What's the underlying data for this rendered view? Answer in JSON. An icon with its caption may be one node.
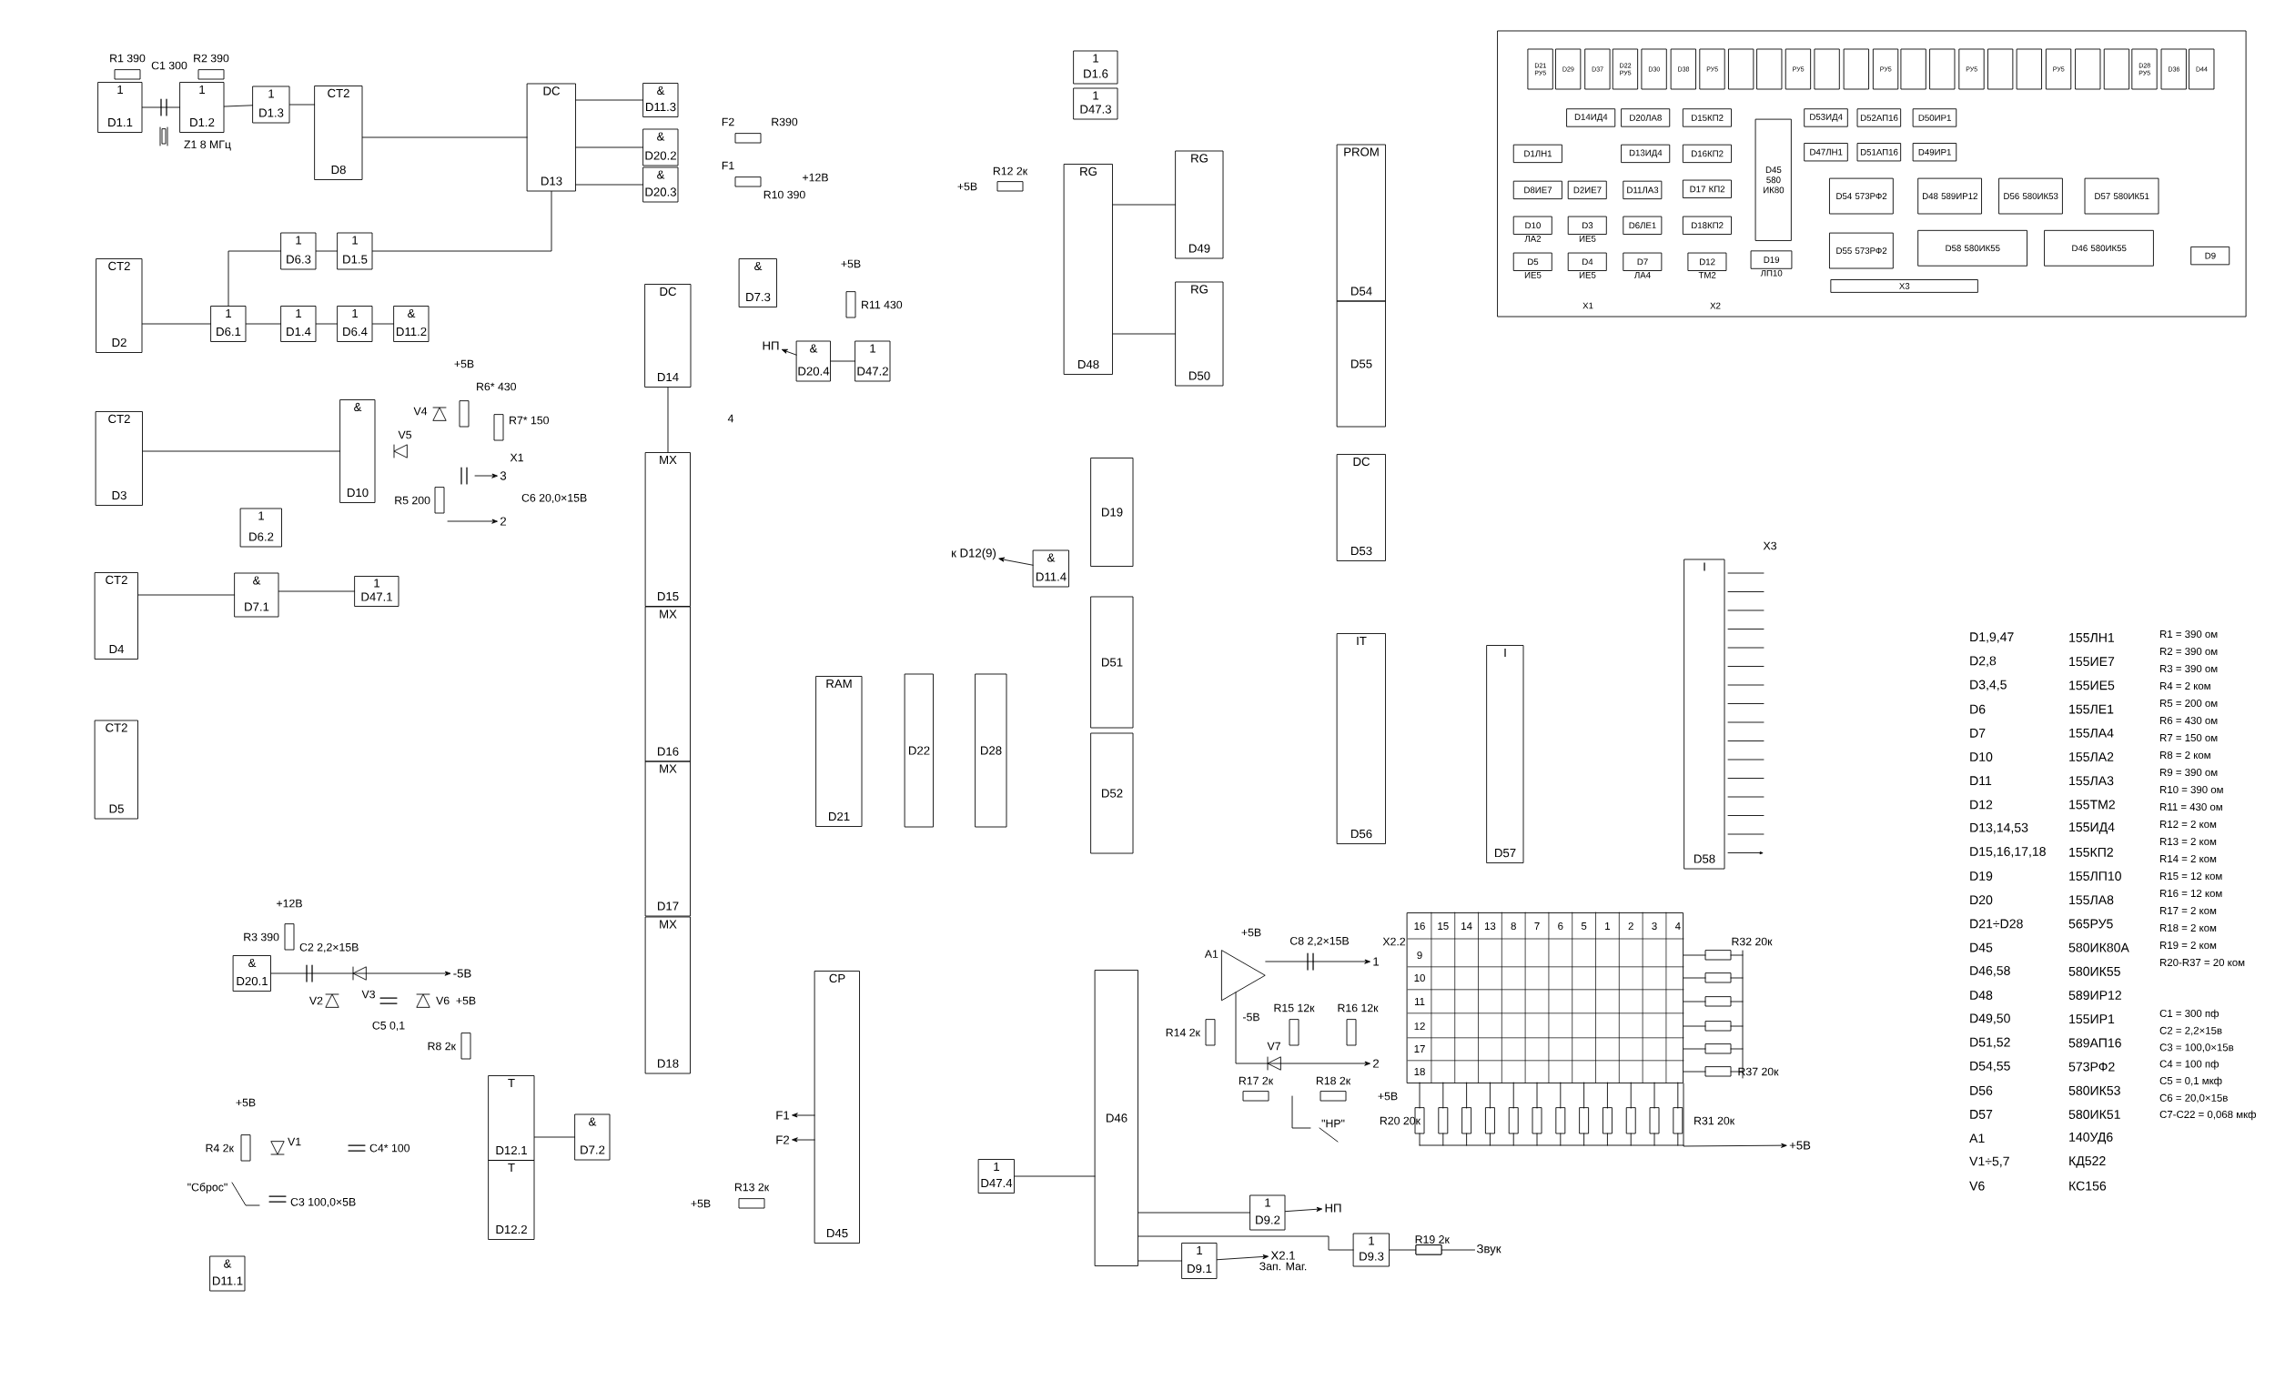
{
  "diagram": {
    "nodes": [
      {
        "text": [
          "1",
          "D1.1"
        ]
      },
      {
        "text": [
          "1",
          "D1.2"
        ]
      },
      {
        "text": [
          "1",
          "D1.3"
        ]
      },
      {
        "text": [
          "CT2",
          "D8"
        ]
      },
      {
        "text": [
          "DC",
          "D13"
        ]
      },
      {
        "text": [
          "&",
          "D11.3"
        ]
      },
      {
        "text": [
          "&",
          "D20.2"
        ]
      },
      {
        "text": [
          "&",
          "D20.3"
        ]
      },
      {
        "text": [
          "1",
          "D1.6"
        ]
      },
      {
        "text": [
          "1",
          "D47.3"
        ]
      },
      {
        "text": [
          "CT2",
          "D2"
        ]
      },
      {
        "text": [
          "1",
          "D6.3"
        ]
      },
      {
        "text": [
          "1",
          "D1.5"
        ]
      },
      {
        "text": [
          "1",
          "D6.1"
        ]
      },
      {
        "text": [
          "1",
          "D1.4"
        ]
      },
      {
        "text": [
          "1",
          "D6.4"
        ]
      },
      {
        "text": [
          "&",
          "D11.2"
        ]
      },
      {
        "text": [
          "CT2",
          "D3"
        ]
      },
      {
        "text": [
          "&",
          "D10"
        ]
      },
      {
        "text": [
          "1",
          "D6.2"
        ]
      },
      {
        "text": [
          "CT2",
          "D4"
        ]
      },
      {
        "text": [
          "&",
          "D7.1"
        ]
      },
      {
        "text": [
          "1",
          "D47.1"
        ]
      },
      {
        "text": [
          "CT2",
          "D5"
        ]
      },
      {
        "text": [
          "DC",
          "D14"
        ]
      },
      {
        "text": [
          "&",
          "D7.3"
        ]
      },
      {
        "text": [
          "&",
          "D20.4"
        ]
      },
      {
        "text": [
          "1",
          "D47.2"
        ]
      },
      {
        "text": [
          "MX",
          "D15"
        ]
      },
      {
        "text": [
          "MX",
          "D16"
        ]
      },
      {
        "text": [
          "MX",
          "D17"
        ]
      },
      {
        "text": [
          "MX",
          "D18"
        ]
      },
      {
        "text": [
          "RG",
          "D48"
        ]
      },
      {
        "text": [
          "RG",
          "D49"
        ]
      },
      {
        "text": [
          "RG",
          "D50"
        ]
      },
      {
        "text": [
          "PROM",
          "D54"
        ]
      },
      {
        "text": [
          "D55"
        ]
      },
      {
        "text": [
          "D19"
        ]
      },
      {
        "text": [
          "DC",
          "D53"
        ]
      },
      {
        "text": [
          "&",
          "D11.4"
        ]
      },
      {
        "text": [
          "D51"
        ]
      },
      {
        "text": [
          "D52"
        ]
      },
      {
        "text": [
          "RAM",
          "D21"
        ]
      },
      {
        "text": [
          "D22"
        ]
      },
      {
        "text": [
          "D28"
        ]
      },
      {
        "text": [
          "IT",
          "D56"
        ]
      },
      {
        "text": [
          "I",
          "D57"
        ]
      },
      {
        "text": [
          "I",
          "D58"
        ]
      },
      {
        "text": [
          "&",
          "D20.1"
        ]
      },
      {
        "text": [
          "T",
          "D12.1"
        ]
      },
      {
        "text": [
          "T",
          "D12.2"
        ]
      },
      {
        "text": [
          "&",
          "D7.2"
        ]
      },
      {
        "text": [
          "&",
          "D11.1"
        ]
      },
      {
        "text": [
          "CP",
          "D45"
        ]
      },
      {
        "text": [
          "1",
          "D47.4"
        ]
      },
      {
        "text": [
          "D46"
        ]
      },
      {
        "text": [
          "1",
          "D9.2"
        ]
      },
      {
        "text": [
          "1",
          "D9.1"
        ]
      },
      {
        "text": [
          "1",
          "D9.3"
        ]
      },
      {
        "text": [],
        "shape": "triangle",
        "beside": [
          "A1"
        ]
      },
      {
        "text": [],
        "shape": "grid"
      },
      {
        "text": [
          "F1"
        ]
      },
      {
        "text": [
          "F2"
        ]
      },
      {
        "text": [
          "НП"
        ]
      },
      {
        "text": [
          "к D12(9)"
        ]
      },
      {
        "text": [
          "НП"
        ]
      },
      {
        "text": [
          "X2.1"
        ],
        "beside": [
          "Зап. Маг."
        ]
      },
      {
        "text": [
          "Звук"
        ]
      },
      {
        "text": [
          "3"
        ]
      },
      {
        "text": [
          "2"
        ]
      },
      {
        "text": [
          "-5В"
        ]
      },
      {
        "text": [
          "+5В"
        ]
      },
      {
        "text": [
          "1"
        ]
      },
      {
        "text": [
          "2"
        ]
      },
      {
        "text": [],
        "shape": "box"
      },
      {
        "text": [
          "D21 РУ5"
        ],
        "in": 74
      },
      {
        "text": [
          "D29"
        ],
        "in": 74
      },
      {
        "text": [
          "D37"
        ],
        "in": 74
      },
      {
        "text": [
          "D22 РУ5"
        ],
        "in": 74
      },
      {
        "text": [
          "D30"
        ],
        "in": 74
      },
      {
        "text": [
          "D38"
        ],
        "in": 74
      },
      {
        "text": [
          "РУ5"
        ],
        "in": 74
      },
      {
        "text": [],
        "shape": "box",
        "in": 74
      },
      {
        "text": [],
        "shape": "box",
        "in": 74
      },
      {
        "text": [
          "РУ5"
        ],
        "in": 74
      },
      {
        "text": [],
        "shape": "box",
        "in": 74
      },
      {
        "text": [],
        "shape": "box",
        "in": 74
      },
      {
        "text": [
          "РУ5"
        ],
        "in": 74
      },
      {
        "text": [],
        "shape": "box",
        "in": 74
      },
      {
        "text": [],
        "shape": "box",
        "in": 74
      },
      {
        "text": [
          "РУ5"
        ],
        "in": 74
      },
      {
        "text": [],
        "shape": "box",
        "in": 74
      },
      {
        "text": [],
        "shape": "box",
        "in": 74
      },
      {
        "text": [
          "РУ5"
        ],
        "in": 74
      },
      {
        "text": [],
        "shape": "box",
        "in": 74
      },
      {
        "text": [],
        "shape": "box",
        "in": 74
      },
      {
        "text": [
          "D28 РУ5"
        ],
        "in": 74
      },
      {
        "text": [
          "D36"
        ],
        "in": 74
      },
      {
        "text": [
          "D44"
        ],
        "in": 74
      },
      {
        "text": [
          "D14ИД4"
        ],
        "in": 74
      },
      {
        "text": [
          "D20ЛА8"
        ],
        "in": 74
      },
      {
        "text": [
          "D15КП2"
        ],
        "in": 74
      },
      {
        "text": [
          "D1ЛН1"
        ],
        "in": 74
      },
      {
        "text": [
          "D13ИД4"
        ],
        "in": 74
      },
      {
        "text": [
          "D16КП2"
        ],
        "in": 74
      },
      {
        "text": [
          "D8ИЕ7"
        ],
        "in": 74
      },
      {
        "text": [
          "D2ИЕ7"
        ],
        "in": 74
      },
      {
        "text": [
          "D11ЛА3"
        ],
        "in": 74
      },
      {
        "text": [
          "D17 КП2"
        ],
        "in": 74
      },
      {
        "text": [
          "D10"
        ],
        "beside": [
          "ЛА2"
        ],
        "in": 74
      },
      {
        "text": [
          "D3"
        ],
        "beside": [
          "ИЕ5"
        ],
        "in": 74
      },
      {
        "text": [
          "D6ЛЕ1"
        ],
        "in": 74
      },
      {
        "text": [
          "D18КП2"
        ],
        "in": 74
      },
      {
        "text": [
          "D5"
        ],
        "beside": [
          "ИЕ5"
        ],
        "in": 74
      },
      {
        "text": [
          "D4"
        ],
        "beside": [
          "ИЕ5"
        ],
        "in": 74
      },
      {
        "text": [
          "D7"
        ],
        "beside": [
          "ЛА4"
        ],
        "in": 74
      },
      {
        "text": [
          "D12"
        ],
        "beside": [
          "ТМ2"
        ],
        "in": 74
      },
      {
        "text": [
          "D19"
        ],
        "beside": [
          "ЛП10"
        ],
        "in": 74
      },
      {
        "text": [
          "D45 580 ИК80"
        ],
        "in": 74
      },
      {
        "text": [
          "D53ИД4"
        ],
        "in": 74
      },
      {
        "text": [
          "D52АП16"
        ],
        "in": 74
      },
      {
        "text": [
          "D50ИР1"
        ],
        "in": 74
      },
      {
        "text": [
          "D47ЛН1"
        ],
        "in": 74
      },
      {
        "text": [
          "D51АП16"
        ],
        "in": 74
      },
      {
        "text": [
          "D49ИР1"
        ],
        "in": 74
      },
      {
        "text": [
          "D54 573РФ2"
        ],
        "in": 74
      },
      {
        "text": [
          "D48 589ИР12"
        ],
        "in": 74
      },
      {
        "text": [
          "D56 580ИК53"
        ],
        "in": 74
      },
      {
        "text": [
          "D57 580ИК51"
        ],
        "in": 74
      },
      {
        "text": [
          "D55 573РФ2"
        ],
        "in": 74
      },
      {
        "text": [
          "D58 580ИК55"
        ],
        "in": 74
      },
      {
        "text": [
          "D46 580ИК55"
        ],
        "in": 74
      },
      {
        "text": [
          "D9"
        ],
        "in": 74
      },
      {
        "text": [
          "X3"
        ],
        "in": 74
      }
    ],
    "edges": [
      {
        "from": 0,
        "to": 1,
        "arrow": "none"
      },
      {
        "from": 1,
        "to": 2,
        "arrow": "none"
      },
      {
        "from": 2,
        "to": 3,
        "arrow": "none"
      },
      {
        "from": 3,
        "to": 4,
        "arrow": "none"
      },
      {
        "from": 4,
        "to": 5,
        "arrow": "none"
      },
      {
        "from": 4,
        "to": 6,
        "arrow": "none"
      },
      {
        "from": 4,
        "to": 7,
        "arrow": "none"
      },
      {
        "from": 10,
        "to": 13,
        "arrow": "none"
      },
      {
        "from": 13,
        "to": 14,
        "arrow": "none"
      },
      {
        "from": 14,
        "to": 15,
        "arrow": "none"
      },
      {
        "from": 15,
        "to": 16,
        "arrow": "none"
      },
      {
        "from": 11,
        "to": 12,
        "arrow": "none"
      },
      {
        "from": 13,
        "to": 11,
        "arrow": "none"
      },
      {
        "from": 12,
        "to": 4,
        "arrow": "none"
      },
      {
        "from": 17,
        "to": 18,
        "arrow": "none"
      },
      {
        "from": 20,
        "to": 21,
        "arrow": "none"
      },
      {
        "from": 21,
        "to": 22,
        "arrow": "none"
      },
      {
        "from": 24,
        "to": 28,
        "arrow": "none"
      },
      {
        "from": 27,
        "to": 26,
        "arrow": "none"
      },
      {
        "from": 26,
        "to": 63,
        "arrow": "to"
      },
      {
        "from": 39,
        "to": 64,
        "arrow": "to"
      },
      {
        "from": 32,
        "to": 33,
        "arrow": "none"
      },
      {
        "from": 32,
        "to": 34,
        "arrow": "none"
      },
      {
        "from": 48,
        "to": 70,
        "arrow": "to"
      },
      {
        "from": null,
        "to": 68,
        "arrow": "to"
      },
      {
        "from": null,
        "to": 69,
        "arrow": "to"
      },
      {
        "from": 49,
        "to": 51,
        "arrow": "none"
      },
      {
        "from": 53,
        "to": 61,
        "arrow": "to"
      },
      {
        "from": 53,
        "to": 62,
        "arrow": "to"
      },
      {
        "from": 54,
        "to": 55,
        "arrow": "none"
      },
      {
        "from": 55,
        "to": 56,
        "arrow": "none"
      },
      {
        "from": 55,
        "to": 57,
        "arrow": "none"
      },
      {
        "from": 55,
        "to": 58,
        "arrow": "none"
      },
      {
        "from": 56,
        "to": 65,
        "arrow": "to"
      },
      {
        "from": 57,
        "to": 66,
        "arrow": "to"
      },
      {
        "from": 58,
        "to": 67,
        "arrow": "none",
        "label": "R19 2к"
      },
      {
        "from": 59,
        "to": 72,
        "arrow": "to"
      },
      {
        "from": 59,
        "to": 73,
        "arrow": "to"
      },
      {
        "from": 60,
        "to": 71,
        "arrow": "to"
      }
    ],
    "labels": [
      "R1 390",
      "C1 300",
      "R2 390",
      "Z1 8 МГц",
      "+5В",
      "R6* 430",
      "R7* 150",
      "V4",
      "V5",
      "R5 200",
      "C6 20,0×15В",
      "X1",
      "+12В",
      "R3 390",
      "C2 2,2×15В",
      "V3",
      "V2",
      "C5 0,1",
      "V6",
      "+5В",
      "R8 2к",
      "+5В",
      "R4 2к",
      "V1",
      "C4* 100",
      "\"Сброс\"",
      "C3 100,0×5В",
      "+5В",
      "R13 2к",
      "F2",
      "R390",
      "F1",
      "R10 390",
      "+12В",
      "+5В",
      "R12 2к",
      "+5В",
      "R11 430",
      "4",
      "+5В",
      "-5В",
      "C8 2,2×15В",
      "X2.2",
      "R14 2к",
      "R15 12к",
      "R16 12к",
      "V7",
      "R17 2к",
      "R18 2к",
      "+5В",
      "\"НР\"",
      "16",
      "15",
      "14",
      "13",
      "8",
      "7",
      "6",
      "5",
      "1",
      "2",
      "3",
      "4",
      "9",
      "10",
      "11",
      "12",
      "17",
      "18",
      "R32 20к",
      "R37 20к",
      "R20 20к",
      "R31 20к",
      "X3",
      "X1",
      "X2",
      "D1,9,47",
      "155ЛН1",
      "D2,8",
      "155ИЕ7",
      "D3,4,5",
      "155ИЕ5",
      "D6",
      "155ЛЕ1",
      "D7",
      "155ЛА4",
      "D10",
      "155ЛА2",
      "D11",
      "155ЛА3",
      "D12",
      "155ТМ2",
      "D13,14,53",
      "155ИД4",
      "D15,16,17,18",
      "155КП2",
      "D19",
      "155ЛП10",
      "D20",
      "155ЛА8",
      "D21÷D28",
      "565РУ5",
      "D45",
      "580ИК80А",
      "D46,58",
      "580ИК55",
      "D48",
      "589ИР12",
      "D49,50",
      "155ИР1",
      "D51,52",
      "589АП16",
      "D54,55",
      "573РФ2",
      "D56",
      "580ИК53",
      "D57",
      "580ИК51",
      "A1",
      "140УД6",
      "V1÷5,7",
      "КД522",
      "V6",
      "КС156",
      "R1 = 390 ом",
      "R2 = 390 ом",
      "R3 = 390 ом",
      "R4 = 2 ком",
      "R5 = 200 ом",
      "R6 = 430 ом",
      "R7 = 150 ом",
      "R8 = 2 ком",
      "R9 = 390 ом",
      "R10 = 390 ом",
      "R11 = 430 ом",
      "R12 = 2 ком",
      "R13 = 2 ком",
      "R14 = 2 ком",
      "R15 = 12 ком",
      "R16 = 12 ком",
      "R17 = 2 ком",
      "R18 = 2 ком",
      "R19 = 2 ком",
      "R20-R37 = 20 ком",
      "C1 = 300 пф",
      "C2 = 2,2×15в",
      "C3 = 100,0×15в",
      "C4 = 100 пф",
      "C5 = 0,1 мкф",
      "C6 = 20,0×15в",
      "C7-C22 = 0,068 мкф"
    ]
  }
}
